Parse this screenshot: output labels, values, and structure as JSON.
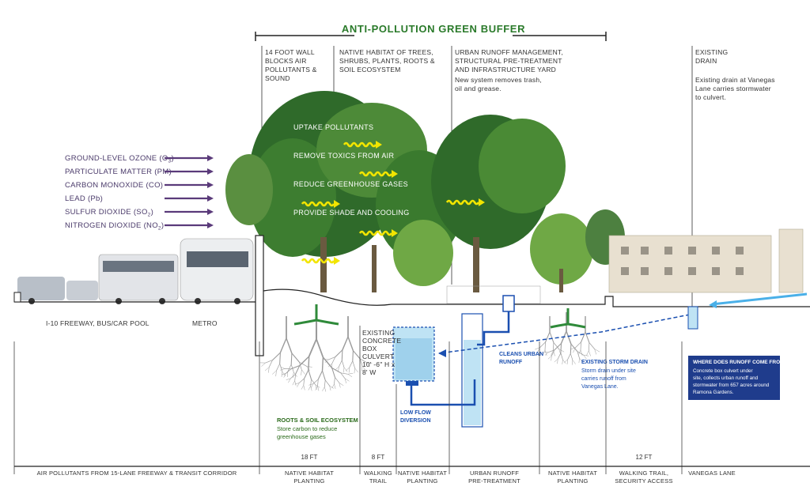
{
  "title": "ANTI-POLLUTION GREEN BUFFER",
  "pollutants": [
    "GROUND-LEVEL OZONE (O",
    "PARTICULATE MATTER (PM)",
    "CARBON MONOXIDE (CO)",
    "LEAD  (Pb)",
    "SULFUR DIOXIDE (SO",
    "NITROGEN DIOXIDE (NO"
  ],
  "pollutant_subscripts": [
    "3",
    "",
    "",
    "",
    "2",
    "2"
  ],
  "pollutant_closers": [
    ")",
    "",
    "",
    "",
    ")",
    ")"
  ],
  "top_labels": {
    "wall": [
      "14 FOOT WALL",
      "BLOCKS AIR",
      "POLLUTANTS &",
      "SOUND"
    ],
    "habitat": [
      "NATIVE HABITAT OF TREES,",
      "SHRUBS, PLANTS, ROOTS &",
      "SOIL ECOSYSTEM"
    ],
    "runoff": [
      "URBAN RUNOFF MANAGEMENT,",
      "STRUCTURAL PRE-TREATMENT",
      "AND INFRASTRUCTURE YARD"
    ],
    "runoff_desc": [
      "New system removes trash,",
      "oil and grease."
    ],
    "drain": [
      "EXISTING",
      "DRAIN"
    ],
    "drain_desc": [
      "Existing drain at Vanegas",
      "Lane carries stormwater",
      "to culvert."
    ]
  },
  "tree_labels": [
    "UPTAKE POLLUTANTS",
    "REMOVE TOXICS FROM AIR",
    "REDUCE GREENHOUSE GASES",
    "PROVIDE SHADE AND COOLING"
  ],
  "ground_labels": {
    "freeway": "I-10 FREEWAY, BUS/CAR POOL",
    "metro": "METRO"
  },
  "culvert": [
    "EXISTING",
    "CONCRETE",
    "BOX",
    "CULVERT",
    "10' -6\" H x",
    "8' W"
  ],
  "cleans": [
    "CLEANS URBAN",
    "RUNOFF"
  ],
  "lowflow": [
    "LOW FLOW",
    "DIVERSION"
  ],
  "storm_drain": {
    "title": "EXISTING STORM DRAIN",
    "desc": [
      "Storm drain under site",
      "carries runoff from",
      "Vanegas Lane."
    ]
  },
  "roots": {
    "title": "ROOTS & SOIL ECOSYSTEM",
    "desc": [
      "Store carbon to reduce",
      "greenhouse gases"
    ]
  },
  "runoff_box": {
    "title": "WHERE DOES RUNOFF COME FROM?",
    "desc": [
      "Concrete box culvert under",
      "site, collects urban runoff and",
      "stormwater from 657 acres around",
      "Ramona Gardens."
    ]
  },
  "dimensions": [
    "18 FT",
    "8 FT",
    "12 FT"
  ],
  "zones": {
    "air": "AIR POLLUTANTS FROM 15-LANE FREEWAY & TRANSIT CORRIDOR",
    "native1": [
      "NATIVE HABITAT",
      "PLANTING"
    ],
    "walking": [
      "WALKING",
      "TRAIL"
    ],
    "native2": [
      "NATIVE HABITAT",
      "PLANTING"
    ],
    "pretreat": [
      "URBAN RUNOFF",
      "PRE-TREATMENT"
    ],
    "native3": [
      "NATIVE HABITAT",
      "PLANTING"
    ],
    "security": [
      "WALKING TRAIL,",
      "SECURITY  ACCESS"
    ],
    "vanegas": "VANEGAS LANE"
  },
  "colors": {
    "title": "#2a7a2a",
    "pollutant_text": "#4a3a6a",
    "pollutant_arrow": "#5a3a7a",
    "tree_dark": "#2f6a2a",
    "tree_light": "#6fa845",
    "squiggle": "#f2e500",
    "water_blue": "#1a4fb0",
    "water_fill": "#bfe3f4",
    "info_box": "#1f3c8c",
    "root_gray": "#9a9a9a",
    "green_arrow": "#2f8a3a"
  }
}
